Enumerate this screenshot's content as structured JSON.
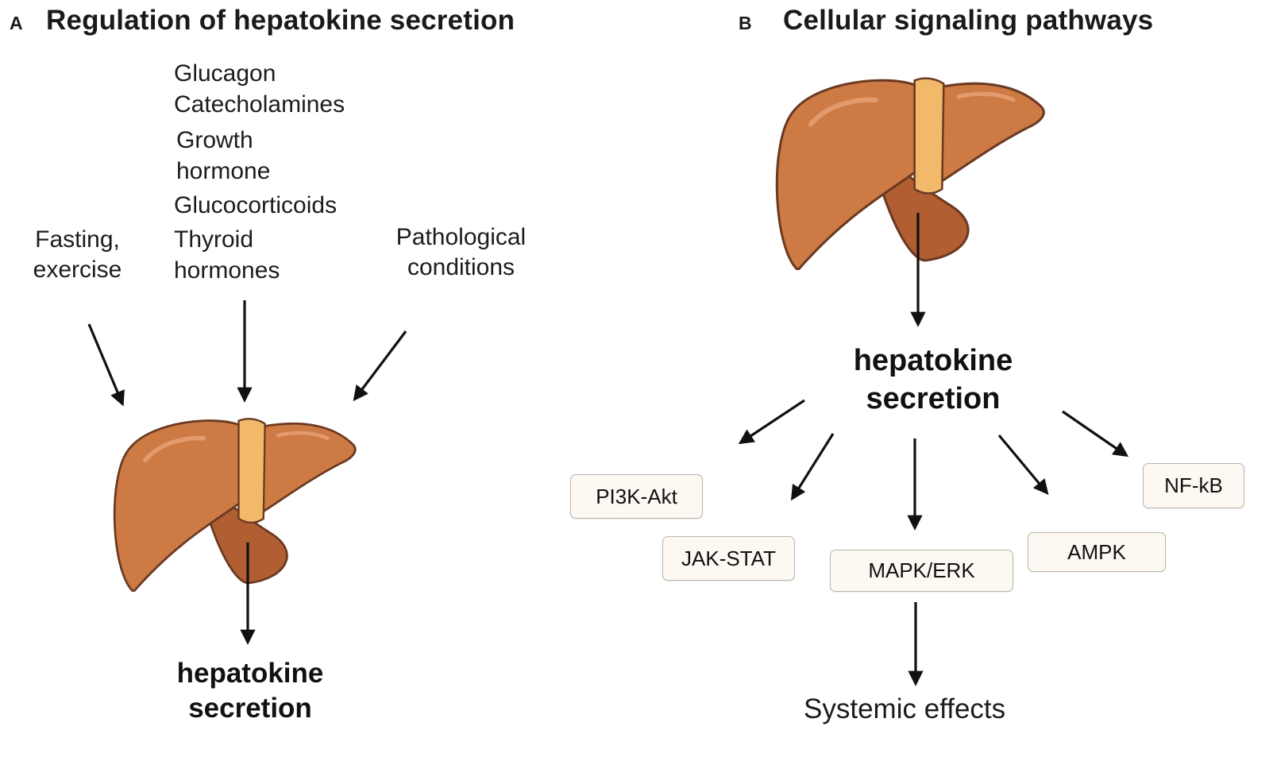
{
  "panel_a": {
    "letter": "A",
    "title": "Regulation of hepatokine secretion",
    "hormone_lines": [
      "Glucagon",
      "Catecholamines",
      "Growth",
      "hormone",
      "Glucocorticoids",
      "Thyroid",
      "hormones"
    ],
    "left_input": [
      "Fasting,",
      "exercise"
    ],
    "right_input": [
      "Pathological",
      "conditions"
    ],
    "output": [
      "hepatokine",
      "secretion"
    ]
  },
  "panel_b": {
    "letter": "B",
    "title": "Cellular signaling pathways",
    "center": [
      "hepatokine",
      "secretion"
    ],
    "pathways": {
      "pi3k": "PI3K-Akt",
      "jak": "JAK-STAT",
      "mapk": "MAPK/ERK",
      "ampk": "AMPK",
      "nfkb": "NF-kB"
    },
    "systemic": "Systemic effects"
  },
  "colors": {
    "liver_fill": "#cd7a45",
    "liver_outline": "#6b3a22",
    "gallbladder": "#f2b96b",
    "box_fill": "#fdf8f1",
    "arrow": "#111111"
  }
}
